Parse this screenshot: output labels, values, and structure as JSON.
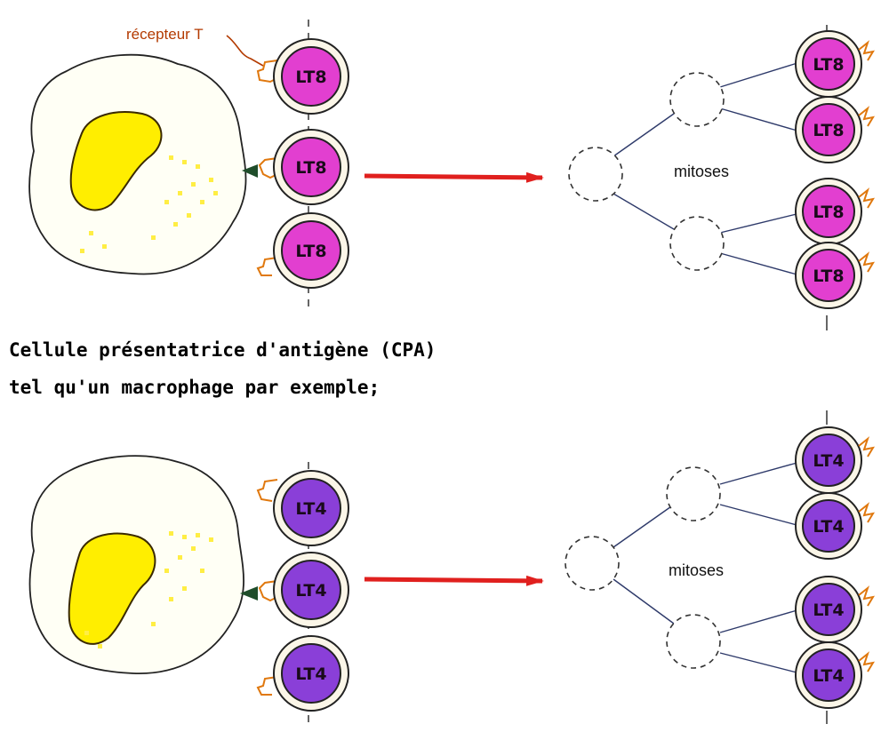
{
  "receptor_label": "récepteur T",
  "caption": {
    "line1": "Cellule présentatrice d'antigène (CPA)",
    "line2": "tel qu'un macrophage par exemple;"
  },
  "panels": [
    {
      "cell_label": "LT8",
      "cell_color": "#e23fd0",
      "mitoses_label": "mitoses"
    },
    {
      "cell_label": "LT4",
      "cell_color": "#8a3fd8",
      "mitoses_label": "mitoses"
    }
  ],
  "colors": {
    "arrow": "#e0201e",
    "nucleus": "#ffee00",
    "granules": "#ffee44",
    "receptor": "#e0780e",
    "presentation_marker": "#1f4d2a",
    "lineage_lines": "#2e3a6a"
  }
}
